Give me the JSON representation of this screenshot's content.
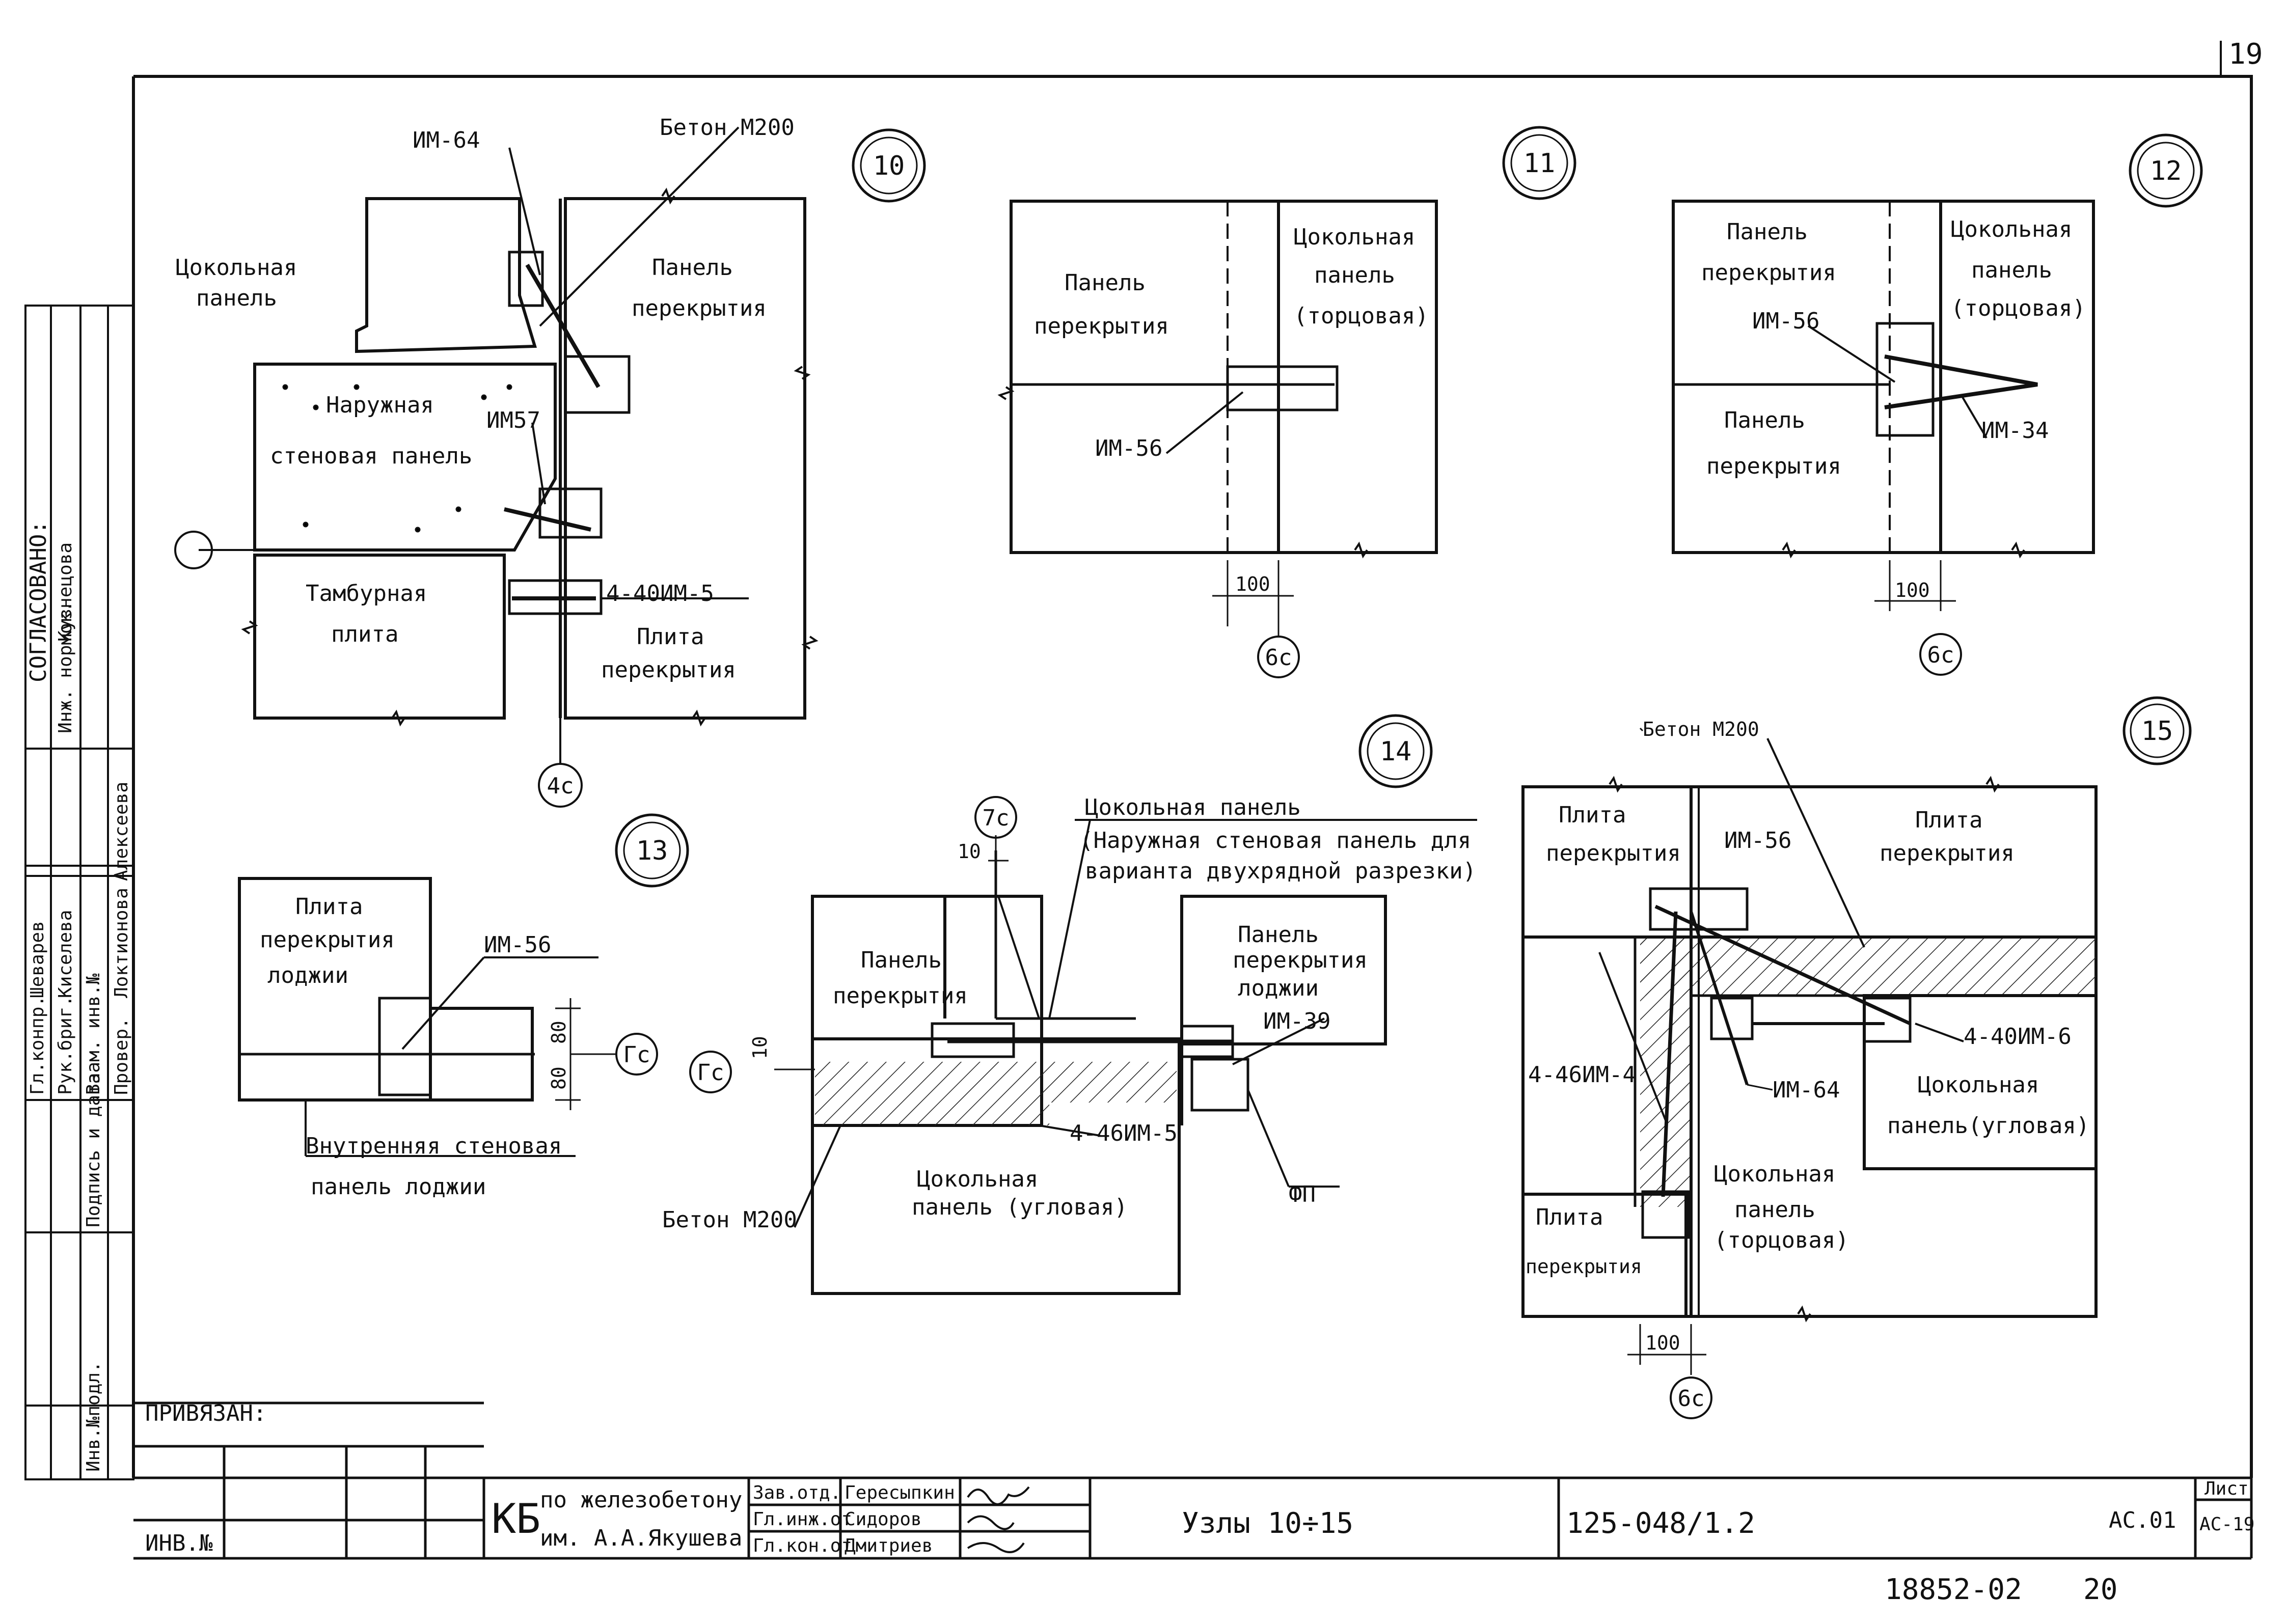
{
  "sheet": {
    "corner_number": "19",
    "bottom_code": "18852-02",
    "bottom_extra": "20"
  },
  "left_strip": {
    "agreed": "СОГЛАСОВАНО:",
    "eng_role": "Инж. нормок.",
    "eng_name": "Кузнецова",
    "rows": [
      {
        "role": "Гл.конпр.",
        "name": "Шеварев"
      },
      {
        "role": "Рук.бриг.",
        "name": "Киселева"
      },
      {
        "role": "Провер.",
        "name": "Локтионова"
      },
      {
        "role": "Разраб.",
        "name": "Алексеева"
      }
    ],
    "inv_replace": "Взам. инв.№",
    "sign_date": "Подпись и дата",
    "inv_orig": "Инв.№подл."
  },
  "title_block": {
    "attached": "ПРИВЯЗАН:",
    "inv": "ИНВ.№",
    "org_code": "КБ",
    "org_line1": "по железобетону",
    "org_line2": "им. А.А.Якушева",
    "roles": [
      "Зав.отд.",
      "Гл.инж.от",
      "Гл.кон.от"
    ],
    "names": [
      "Гересыпкин",
      "Сидоров",
      "Дмитриев"
    ],
    "sheet_title": "Узлы 10÷15",
    "doc_code": "125-048/1.2",
    "album": "АС.01",
    "sheet_label": "Лист",
    "sheet_no": "АС-19"
  },
  "nodes": {
    "n10": {
      "mark": "10",
      "labels": {
        "im64": "ИМ-64",
        "beton": "Бетон М200",
        "socle1": "Цокольная",
        "socle2": "панель",
        "deck1": "Панель",
        "deck2": "перекрытия",
        "ext1": "Наружная",
        "ext2": "стеновая панель",
        "im57": "ИМ57",
        "tambour1": "Тамбурная",
        "tambour2": "плита",
        "bolts": "4-40ИМ-5",
        "slab1": "Плита",
        "slab2": "перекрытия",
        "axis": "4с"
      }
    },
    "n11": {
      "mark": "11",
      "labels": {
        "deck1": "Панель",
        "deck2": "перекрытия",
        "socle1": "Цокольная",
        "socle2": "панель",
        "socle3": "(торцовая)",
        "im56": "ИМ-56",
        "dim": "100",
        "axis": "6с"
      }
    },
    "n12": {
      "mark": "12",
      "labels": {
        "deck1": "Панель",
        "deck2": "перекрытия",
        "im56": "ИМ-56",
        "deck3": "Панель",
        "deck4": "перекрытия",
        "socle1": "Цокольная",
        "socle2": "панель",
        "socle3": "(торцовая)",
        "im34": "ИМ-34",
        "dim": "100",
        "axis": "6с"
      }
    },
    "n13": {
      "mark": "13",
      "labels": {
        "slab1": "Плита",
        "slab2": "перекрытия",
        "slab3": "лоджии",
        "im56": "ИМ-56",
        "dim1": "80",
        "dim2": "80",
        "axis": "Гс",
        "inner1": "Внутренняя стеновая",
        "inner2": "панель лоджии"
      }
    },
    "n14": {
      "mark": "14",
      "labels": {
        "axis_top": "7с",
        "dim10a": "10",
        "title1": "Цокольная панель",
        "title2": "(Наружная стеновая панель для",
        "title3": "варианта двухрядной разрезки)",
        "deck1": "Панель",
        "deck2": "перекрытия",
        "deckl1": "Панель",
        "deckl2": "перекрытия",
        "deckl3": "лоджии",
        "im39": "ИМ-39",
        "axis_left": "Гс",
        "dim10b": "10",
        "bolts": "4-46ИМ-5",
        "socle1": "Цокольная",
        "socle2": "панель (угловая)",
        "fp": "ФП",
        "beton": "Бетон М200"
      }
    },
    "n15": {
      "mark": "15",
      "labels": {
        "beton": "Бетон М200",
        "slab1": "Плита",
        "slab2": "перекрытия",
        "im56": "ИМ-56",
        "slab3": "Плита",
        "slab4": "перекрытия",
        "bolts_r": "4-40ИМ-6",
        "bolts_l": "4-46ИМ-4",
        "im64": "ИМ-64",
        "socle_c1": "Цокольная",
        "socle_c2": "панель(угловая)",
        "socle_t1": "Цокольная",
        "socle_t2": "панель",
        "socle_t3": "(торцовая)",
        "slab5": "Плита",
        "slab6": "перекрытия",
        "dim": "100",
        "axis": "6с"
      }
    }
  }
}
